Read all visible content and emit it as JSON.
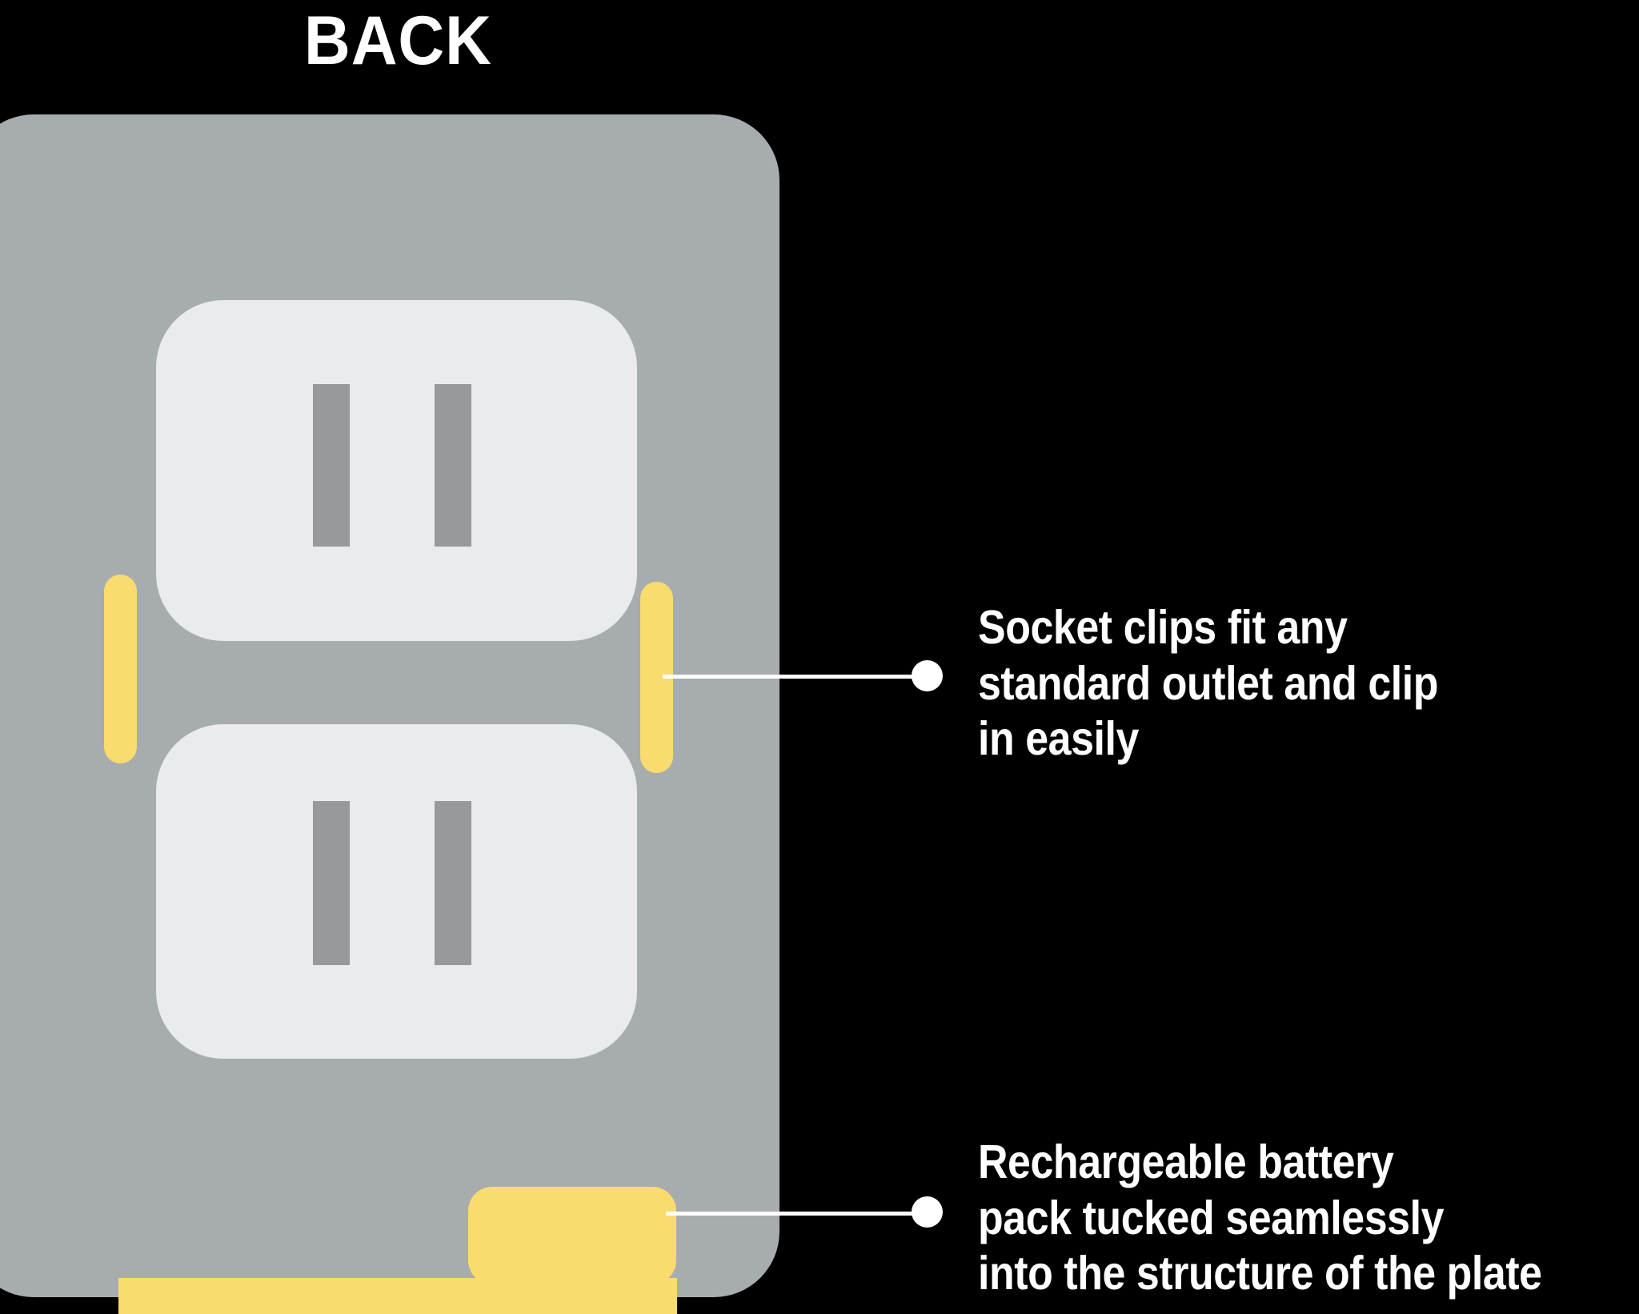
{
  "diagram": {
    "title": "BACK",
    "background_color": "#000000",
    "plate": {
      "label": "wall-plate-body",
      "color": "#a7acaf"
    },
    "sockets": [
      {
        "label": "Top outlet receptacle",
        "color": "#e9ebec",
        "slot_color": "#98999b",
        "slots": 2
      },
      {
        "label": "Bottom outlet receptacle",
        "color": "#e9ebec",
        "slot_color": "#98999b",
        "slots": 2
      }
    ],
    "clips": [
      {
        "label": "Left socket clip",
        "color": "#fadb6e"
      },
      {
        "label": "Right socket clip",
        "color": "#fadb6e"
      }
    ],
    "battery": {
      "label": "Rechargeable battery pack",
      "color": "#fadb6e"
    },
    "callouts": [
      {
        "id": "socket-clips",
        "text": "Socket clips fit any\nstandard outlet and clip\nin easily",
        "line_color": "#ffffff",
        "dot_color": "#ffffff"
      },
      {
        "id": "battery-pack",
        "text": "Rechargeable battery\npack tucked seamlessly\ninto the structure of the plate",
        "line_color": "#ffffff",
        "dot_color": "#ffffff"
      }
    ]
  }
}
